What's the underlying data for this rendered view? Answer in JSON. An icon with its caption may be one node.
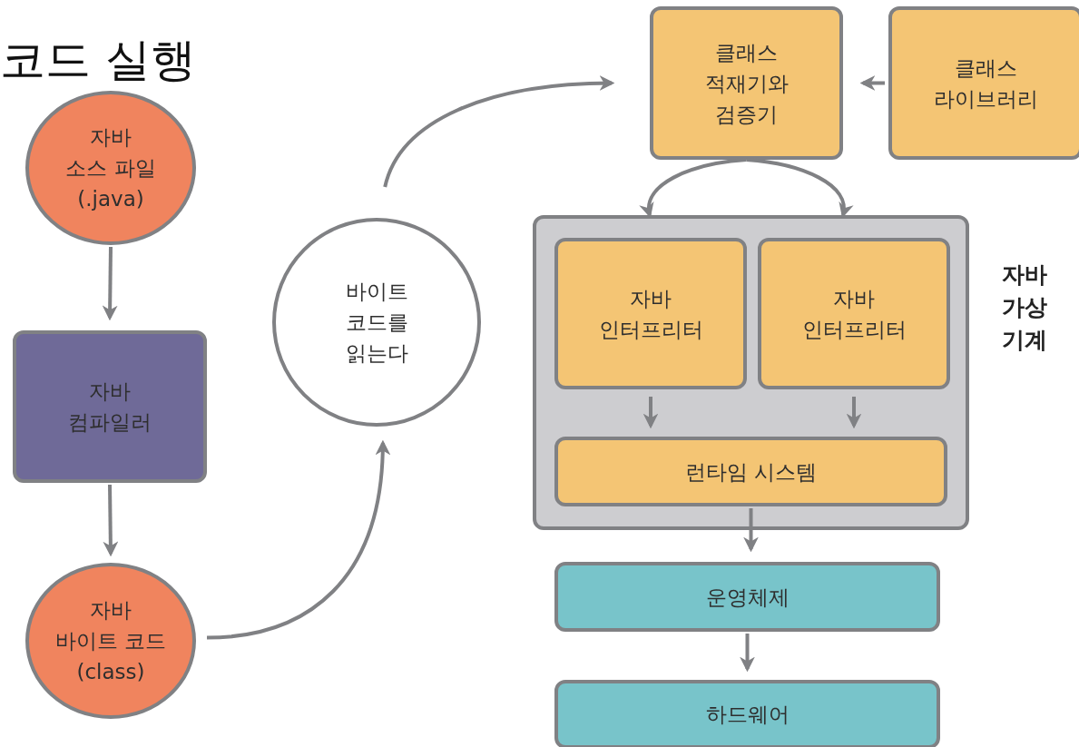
{
  "diagram": {
    "title": "코드 실행",
    "nodes": [
      {
        "text": [
          "자바 소스 파일 (.java)"
        ]
      },
      {
        "text": [
          "자바 컴파일러"
        ]
      },
      {
        "text": [
          "자바 바이트 코드 (class)"
        ]
      },
      {
        "text": [
          "바이트 코드를 읽는다"
        ]
      },
      {
        "text": [
          "클래스 적재기와 검증기"
        ]
      },
      {
        "text": [
          "클래스 라이브러리"
        ]
      },
      {
        "text": [
          "자바 가상 기계"
        ]
      },
      {
        "text": [
          "자바 인터프리터"
        ],
        "in": 6
      },
      {
        "text": [
          "자바 인터프리터"
        ],
        "in": 6
      },
      {
        "text": [
          "런타임 시스템"
        ],
        "in": 6
      },
      {
        "text": [
          "운영체제"
        ]
      },
      {
        "text": [
          "하드웨어"
        ]
      }
    ],
    "edges": [
      {
        "from": 0,
        "to": 1,
        "arrow": "to"
      },
      {
        "from": 1,
        "to": 2,
        "arrow": "to"
      },
      {
        "from": 2,
        "to": 3,
        "arrow": "to"
      },
      {
        "from": 3,
        "to": 4,
        "arrow": "to"
      },
      {
        "from": 5,
        "to": 4,
        "arrow": "to"
      },
      {
        "from": 4,
        "to": 6,
        "arrow": "to"
      },
      {
        "from": 4,
        "to": 6,
        "arrow": "to"
      },
      {
        "from": 7,
        "to": 9,
        "arrow": "to"
      },
      {
        "from": 8,
        "to": 9,
        "arrow": "to"
      },
      {
        "from": 9,
        "to": 10,
        "arrow": "to"
      },
      {
        "from": 10,
        "to": 11,
        "arrow": "to"
      }
    ]
  }
}
